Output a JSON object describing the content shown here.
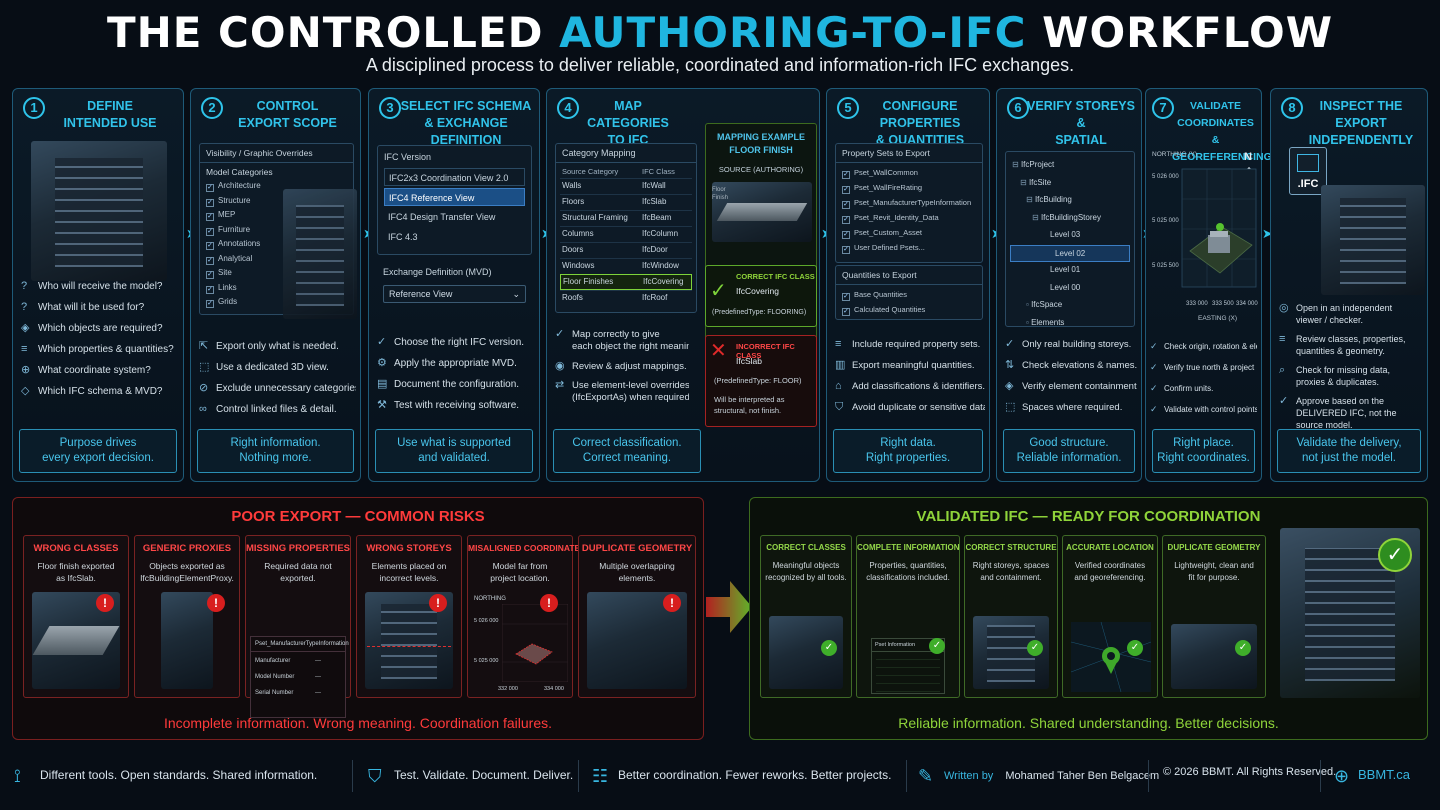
{
  "header": {
    "title_prefix": "THE CONTROLLED ",
    "title_highlight": "AUTHORING-TO-IFC",
    "title_suffix": " WORKFLOW",
    "subtitle": "A disciplined process to deliver reliable, coordinated and information-rich IFC exchanges."
  },
  "colors": {
    "accent": "#1fb6e0",
    "bad": "#ff3b3b",
    "good": "#8fd43a",
    "background": "#070d15"
  },
  "steps": [
    {
      "number": "1",
      "title_l1": "DEFINE",
      "title_l2": "INTENDED USE",
      "bullets": [
        "Who will receive the model?",
        "What will it be used for?",
        "Which objects are required?",
        "Which properties & quantities?",
        "What coordinate system?",
        "Which IFC schema & MVD?"
      ],
      "footer_l1": "Purpose drives",
      "footer_l2": "every export decision."
    },
    {
      "number": "2",
      "title_l1": "CONTROL",
      "title_l2": "EXPORT SCOPE",
      "panel_title": "Visibility / Graphic Overrides",
      "panel_sub": "Model Categories",
      "categories": [
        "Architecture",
        "Structure",
        "MEP",
        "Furniture",
        "Annotations",
        "Analytical",
        "Site",
        "Links",
        "Grids"
      ],
      "bullets": [
        "Export only what is needed.",
        "Use a dedicated 3D view.",
        "Exclude unnecessary categories.",
        "Control linked files & detail."
      ],
      "footer_l1": "Right information.",
      "footer_l2": "Nothing more."
    },
    {
      "number": "3",
      "title_l1": "SELECT IFC SCHEMA",
      "title_l2": "& EXCHANGE DEFINITION",
      "version_label": "IFC Version",
      "versions": [
        "IFC2x3 Coordination View 2.0",
        "IFC4 Reference View",
        "IFC4 Design Transfer View",
        "IFC 4.3"
      ],
      "mvd_label": "Exchange Definition (MVD)",
      "mvd_value": "Reference View",
      "bullets": [
        "Choose the right IFC version.",
        "Apply the appropriate MVD.",
        "Document the configuration.",
        "Test with receiving software."
      ],
      "footer_l1": "Use what is supported",
      "footer_l2": "and validated."
    },
    {
      "number": "4",
      "title_l1": "MAP CATEGORIES",
      "title_l2": "TO IFC CLASSES",
      "panel_title": "Category Mapping",
      "col_source": "Source Category",
      "col_ifc": "IFC Class",
      "mappings": [
        {
          "source": "Walls",
          "ifc": "IfcWall"
        },
        {
          "source": "Floors",
          "ifc": "IfcSlab"
        },
        {
          "source": "Structural Framing",
          "ifc": "IfcBeam"
        },
        {
          "source": "Columns",
          "ifc": "IfcColumn"
        },
        {
          "source": "Doors",
          "ifc": "IfcDoor"
        },
        {
          "source": "Windows",
          "ifc": "IfcWindow"
        },
        {
          "source": "Floor Finishes",
          "ifc": "IfcCovering"
        },
        {
          "source": "Roofs",
          "ifc": "IfcRoof"
        }
      ],
      "example_title_l1": "MAPPING EXAMPLE",
      "example_title_l2": "FLOOR FINISH",
      "example_source": "SOURCE (AUTHORING)",
      "example_layer": "Floor Finish",
      "correct_title": "CORRECT IFC CLASS",
      "correct_class": "IfcCovering",
      "correct_type": "(PredefinedType: FLOORING)",
      "incorrect_title": "INCORRECT IFC CLASS",
      "incorrect_class": "IfcSlab",
      "incorrect_type": "(PredefinedType: FLOOR)",
      "incorrect_note_l1": "Will be interpreted as",
      "incorrect_note_l2": "structural, not finish.",
      "bullets_l": [
        "Map correctly to give",
        "each object the right meaning.",
        "Review & adjust mappings.",
        "Use element-level overrides",
        "(IfcExportAs) when required."
      ],
      "footer_l1": "Correct classification.",
      "footer_l2": "Correct meaning."
    },
    {
      "number": "5",
      "title_l1": "CONFIGURE PROPERTIES",
      "title_l2": "& QUANTITIES",
      "psets_label": "Property Sets to Export",
      "psets": [
        "Pset_WallCommon",
        "Pset_WallFireRating",
        "Pset_ManufacturerTypeInformation",
        "Pset_Revit_Identity_Data",
        "Pset_Custom_Asset",
        "User Defined Psets..."
      ],
      "qto_label": "Quantities to Export",
      "qtos": [
        "Base Quantities",
        "Calculated Quantities"
      ],
      "bullets": [
        "Include required property sets.",
        "Export meaningful quantities.",
        "Add classifications & identifiers.",
        "Avoid duplicate or sensitive data."
      ],
      "footer_l1": "Right data.",
      "footer_l2": "Right properties."
    },
    {
      "number": "6",
      "title_l1": "VERIFY STOREYS &",
      "title_l2": "SPATIAL CONTAINMENT",
      "tree": [
        "IfcProject",
        "IfcSite",
        "IfcBuilding",
        "IfcBuildingStorey",
        "Level 03",
        "Level 02",
        "Level 01",
        "Level 00",
        "IfcSpace",
        "Elements"
      ],
      "bullets": [
        "Only real building storeys.",
        "Check elevations & names.",
        "Verify element containment.",
        "Spaces where required."
      ],
      "footer_l1": "Good structure.",
      "footer_l2": "Reliable information."
    },
    {
      "number": "7",
      "title_l1": "VALIDATE COORDINATES",
      "title_l2": "& GEOREFERENCING",
      "northing": "NORTHING (Y)",
      "easting": "EASTING (X)",
      "north": "N",
      "y_ticks": [
        "5 026 000",
        "5 025 000",
        "5 025 500"
      ],
      "x_ticks": [
        "333 000",
        "333 500",
        "334 000"
      ],
      "bullets": [
        "Check origin, rotation & elevation.",
        "Verify true north & project north.",
        "Confirm units.",
        "Validate with control points."
      ],
      "footer_l1": "Right place.",
      "footer_l2": "Right coordinates."
    },
    {
      "number": "8",
      "title_l1": "INSPECT THE EXPORT",
      "title_l2": "INDEPENDENTLY",
      "file_label": ".IFC",
      "bullets": [
        "Open in an independent",
        "viewer / checker.",
        "Review classes, properties,",
        "quantities & geometry.",
        "Check for missing data,",
        "proxies & duplicates.",
        "Approve based on the",
        "DELIVERED IFC, not the",
        "source model."
      ],
      "footer_l1": "Validate the delivery,",
      "footer_l2": "not just the model."
    }
  ],
  "poor": {
    "title": "POOR EXPORT — COMMON RISKS",
    "cards": [
      {
        "title": "WRONG CLASSES",
        "desc_l1": "Floor finish exported",
        "desc_l2": "as IfcSlab."
      },
      {
        "title": "GENERIC PROXIES",
        "desc_l1": "Objects exported as",
        "desc_l2": "IfcBuildingElementProxy."
      },
      {
        "title": "MISSING PROPERTIES",
        "desc_l1": "Required data not",
        "desc_l2": "exported.",
        "table_title": "Pset_ManufacturerTypeInformation",
        "rows": [
          {
            "k": "Manufacturer",
            "v": "---"
          },
          {
            "k": "Model Number",
            "v": "---"
          },
          {
            "k": "Serial Number",
            "v": "---"
          }
        ]
      },
      {
        "title": "WRONG STOREYS",
        "desc_l1": "Elements placed on",
        "desc_l2": "incorrect levels."
      },
      {
        "title": "MISALIGNED COORDINATES",
        "desc_l1": "Model far from",
        "desc_l2": "project location.",
        "northing": "NORTHING",
        "y1": "5 026 000",
        "y2": "5 025 000",
        "x1": "332 000",
        "x2": "334 000"
      },
      {
        "title": "DUPLICATE GEOMETRY",
        "desc_l1": "Multiple overlapping",
        "desc_l2": "elements."
      }
    ],
    "footer": "Incomplete information. Wrong meaning. Coordination failures."
  },
  "validated": {
    "title": "VALIDATED IFC — READY FOR COORDINATION",
    "cards": [
      {
        "title": "CORRECT CLASSES",
        "desc_l1": "Meaningful objects",
        "desc_l2": "recognized by all tools."
      },
      {
        "title": "COMPLETE INFORMATION",
        "desc_l1": "Properties, quantities,",
        "desc_l2": "classifications included.",
        "table_title": "Pset Information"
      },
      {
        "title": "CORRECT STRUCTURE",
        "desc_l1": "Right storeys, spaces",
        "desc_l2": "and containment."
      },
      {
        "title": "ACCURATE LOCATION",
        "desc_l1": "Verified coordinates",
        "desc_l2": "and georeferencing."
      },
      {
        "title": "DUPLICATE GEOMETRY",
        "desc_l1": "Lightweight, clean and",
        "desc_l2": "fit for purpose."
      }
    ],
    "footer": "Reliable information. Shared understanding. Better decisions."
  },
  "footer": {
    "item1": "Different tools. Open standards. Shared information.",
    "item2": "Test. Validate. Document. Deliver.",
    "item3": "Better coordination. Fewer reworks. Better projects.",
    "written_by_label": "Written by",
    "author": "Mohamed Taher Ben Belgacem",
    "copyright": "© 2026 BBMT. All Rights Reserved.",
    "site": "BBMT.ca"
  }
}
